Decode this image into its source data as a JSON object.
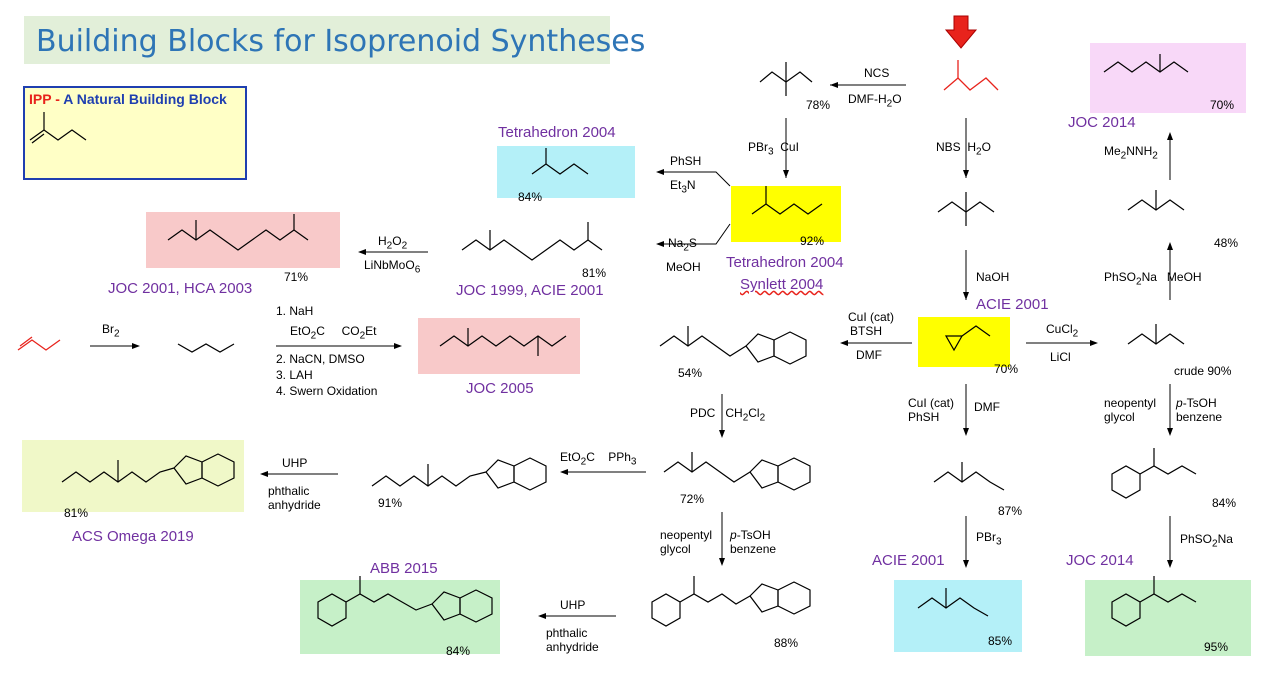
{
  "title": "Building Blocks for Isoprenoid Syntheses",
  "ipp": {
    "prefix": "IPP",
    "sep": " - ",
    "name": "A Natural Building Block"
  },
  "colors": {
    "title_bg": "#e2efd9",
    "title_text": "#2e75b6",
    "yellow": "#ffff00",
    "cyan": "#b4f0f8",
    "pink": "#f8c9c9",
    "lime": "#f0f8c8",
    "green": "#c6f0c8",
    "lavender": "#f8d8f8",
    "ref": "#7030a0",
    "start": "#e8231c"
  },
  "refs": {
    "tet2004_top": "Tetrahedron 2004",
    "joc2001_hca": "JOC 2001, HCA 2003",
    "joc1999_acie": "JOC 1999, ACIE 2001",
    "tet2004_right": "Tetrahedron 2004",
    "synlett": "Synlett 2004",
    "joc2014_top": "JOC 2014",
    "acie2001_mid": "ACIE 2001",
    "joc2005": "JOC 2005",
    "acs_omega": "ACS Omega  2019",
    "abb2015": "ABB 2015",
    "acie2001_low": "ACIE 2001",
    "joc2014_low": "JOC 2014"
  },
  "yields": {
    "chlorohydrin": "78%",
    "allyl_sph": "84%",
    "allyl_dihalide": "92%",
    "sulfone_cl": "71%",
    "sulfide_cl": "81%",
    "hydrazone": "70%",
    "aldehyde_sulfone": "48%",
    "epoxide": "70%",
    "chloroaldehyde": "crude 90%",
    "bt_alcohol": "54%",
    "bt_aldehyde": "72%",
    "bt_ester": "91%",
    "bt_ester_sulfone": "81%",
    "sph_alcohol": "87%",
    "chloroacetal": "84%",
    "acetal_bt": "88%",
    "acetal_bt_sulfone": "84%",
    "bromo_sph": "85%",
    "acetal_sulfone": "95%"
  },
  "reagents": {
    "ncs": "NCS",
    "ncs_solvent": "DMF-H",
    "nbs": "NBS",
    "nbs_solvent": "H",
    "pbr3": "PBr",
    "cui": "CuI",
    "phsh": "PhSH",
    "et3n": "Et",
    "na2s": "Na",
    "meoh": "MeOH",
    "h2o2": "H",
    "linbmoo6": "LiNbMoO",
    "naoh": "NaOH",
    "me2nnh2": "Me",
    "phso2na": "PhSO",
    "cucl2": "CuCl",
    "licl": "LiCl",
    "cui_cat": "CuI (cat)",
    "btsh": "BTSH",
    "dmf": "DMF",
    "phsh2": "PhSH",
    "br2": "Br",
    "step1": "1. NaH",
    "step2": "2. NaCN, DMSO",
    "step3": "3. LAH",
    "step4": "4. Swern Oxidation",
    "malonate_a": "EtO",
    "malonate_b": "CO",
    "pdc": "PDC",
    "ch2cl2": "CH",
    "wittig": "EtO",
    "uhp": "UHP",
    "phthalic": "phthalic",
    "anhydride": "anhydride",
    "neopentyl": "neopentyl",
    "glycol": "glycol",
    "ptsoh": "p",
    "ptsoh_b": "-TsOH",
    "benzene": "benzene"
  }
}
